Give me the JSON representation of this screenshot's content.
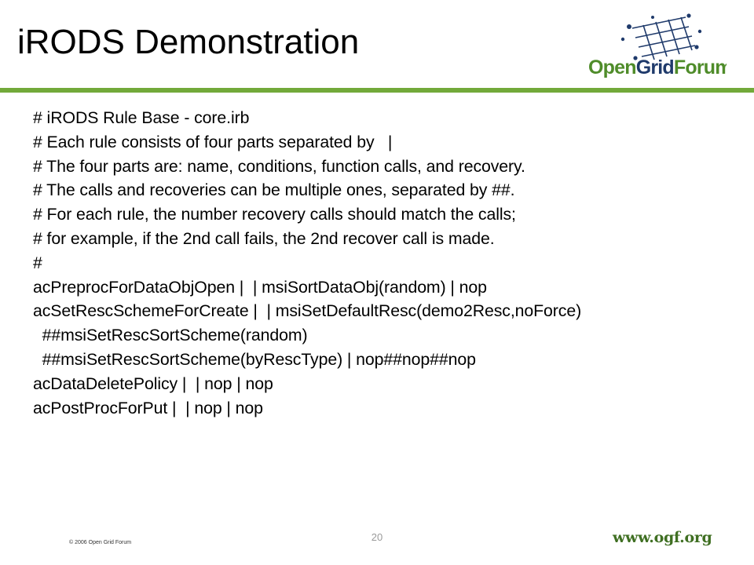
{
  "slide": {
    "title": "iRODS Demonstration",
    "page_number": "20",
    "copyright": "© 2006 Open Grid Forum",
    "website": "www.ogf.org"
  },
  "logo": {
    "icon": "grid-dots-logo-icon",
    "text_open": "Open",
    "text_grid": "Grid",
    "text_forum": "Forum",
    "colors": {
      "green": "#4f8c2a",
      "navy": "#1f3a6b"
    }
  },
  "accent_color": "#72a93a",
  "code_lines": [
    "# iRODS Rule Base - core.irb",
    "# Each rule consists of four parts separated by   |",
    "# The four parts are: name, conditions, function calls, and recovery.",
    "# The calls and recoveries can be multiple ones, separated by ##.",
    "# For each rule, the number recovery calls should match the calls;",
    "# for example, if the 2nd call fails, the 2nd recover call is made.",
    "#",
    "acPreprocForDataObjOpen |  | msiSortDataObj(random) | nop",
    "acSetRescSchemeForCreate |  | msiSetDefaultResc(demo2Resc,noForce)",
    "  ##msiSetRescSortScheme(random)",
    "  ##msiSetRescSortScheme(byRescType) | nop##nop##nop",
    "acDataDeletePolicy |  | nop | nop",
    "acPostProcForPut |  | nop | nop"
  ]
}
